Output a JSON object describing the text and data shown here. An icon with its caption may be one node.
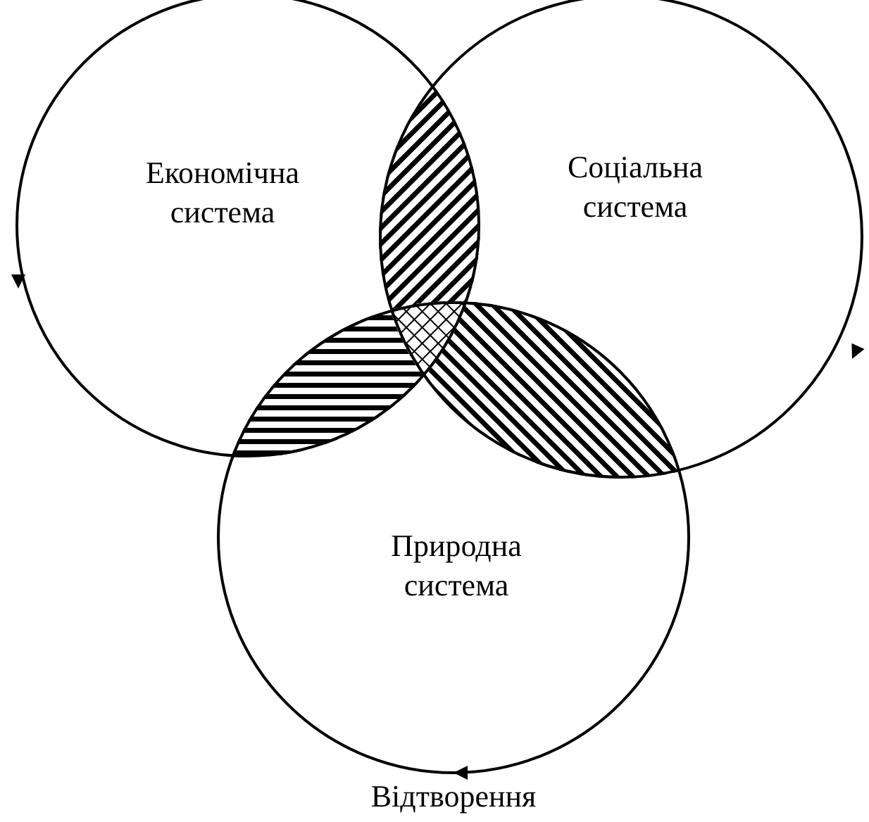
{
  "diagram": {
    "nodes": [
      {
        "text": [
          "Економічна система"
        ]
      },
      {
        "text": [
          "Соціальна система"
        ]
      },
      {
        "text": [
          "Природна система"
        ],
        "beside": [
          "Відтворення"
        ]
      }
    ],
    "edges": []
  }
}
